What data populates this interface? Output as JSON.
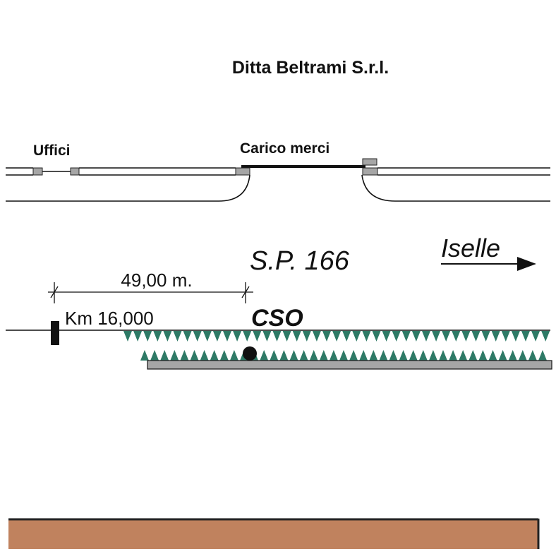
{
  "title": "Ditta Beltrami S.r.l.",
  "labels": {
    "offices": "Uffici",
    "loading": "Carico merci",
    "road": "S.P. 166",
    "direction": "Iselle",
    "distance": "49,00 m.",
    "km_marker": "Km 16,000",
    "cso": "CSO"
  },
  "colors": {
    "teal": "#2e7a66",
    "gray": "#a6a6a6",
    "brown": "#c0825e",
    "ink": "#111111"
  }
}
